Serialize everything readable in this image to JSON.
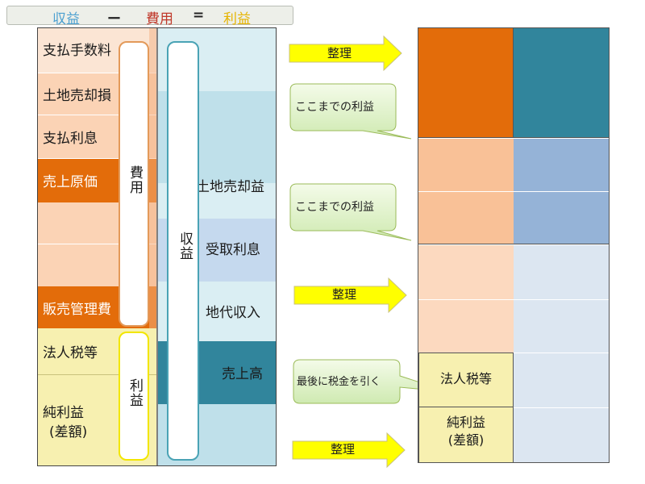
{
  "formula": {
    "revenue": "収益",
    "minus": "ー",
    "expense": "費用",
    "equals": "=",
    "profit": "利益",
    "colors": {
      "revenue": "#4a9fd0",
      "expense": "#c0392b",
      "profit": "#e6b400"
    }
  },
  "expense_items": {
    "commission": "支払手数料",
    "land_loss": "土地売却損",
    "interest_paid": "支払利息",
    "cost_of_sales": "売上原価",
    "sga": "販売管理費",
    "income_tax": "法人税等",
    "net_income_line1": "純利益",
    "net_income_line2": "(差額)"
  },
  "revenue_items": {
    "land_gain": "土地売却益",
    "interest_received": "受取利息",
    "rent_income": "地代収入",
    "sales": "売上高"
  },
  "brackets": {
    "expense": "費用",
    "profit": "利益",
    "revenue": "収益"
  },
  "arrows": {
    "organize_label": "整理"
  },
  "callouts": {
    "profit_so_far": "ここまでの利益",
    "subtract_tax_last": "最後に税金を引く"
  },
  "result": {
    "income_tax": "法人税等",
    "net_income_line1": "純利益",
    "net_income_line2": "(差額)"
  }
}
